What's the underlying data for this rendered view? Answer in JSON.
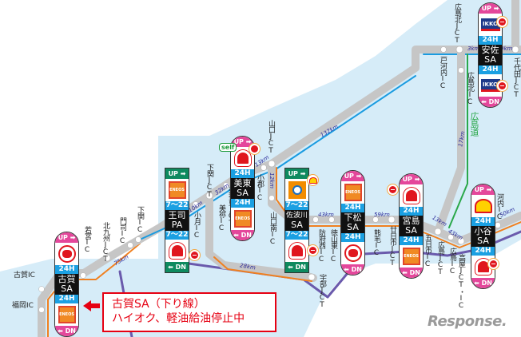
{
  "colors": {
    "sea_land": "#d6ecf8",
    "road": "#c6c6c6",
    "blue_line": "#1a9be0",
    "orange_line": "#f08020",
    "purple_line": "#6a5aac",
    "green_line": "#2aa84a",
    "sa_cap": "#e4479b",
    "pa_cap": "#0e8a5f",
    "hours_band": "#1ba0e2",
    "alert": "#e60012"
  },
  "signs": [
    {
      "name": [
        "古賀",
        "SA"
      ],
      "type": "pill",
      "up": "UP",
      "dn": "DN",
      "hours_top": "24H",
      "hours_bottom": "24H",
      "logo_top": "red-circle",
      "logo_bottom": "eneos"
    },
    {
      "name": [
        "王司",
        "PA"
      ],
      "type": "rect",
      "up": "UP",
      "dn": "DN",
      "hours_top": "7〜22",
      "hours_bottom": "7〜22",
      "logo_top": "eneos",
      "logo_bottom": "apollo"
    },
    {
      "name": [
        "美東",
        "SA"
      ],
      "type": "pill",
      "up": "UP",
      "dn": "DN",
      "hours_top": "24H",
      "hours_bottom": "24H",
      "logo_top": "apollo",
      "logo_bottom": "eneos"
    },
    {
      "name": [
        "佐波川",
        "SA"
      ],
      "type": "rect",
      "up": "UP",
      "dn": "DN",
      "hours_top": "7〜22",
      "hours_bottom": "7〜22",
      "logo_top": "orange-brand",
      "logo_bottom": "apollo"
    },
    {
      "name": [
        "下松",
        "SA"
      ],
      "type": "pill",
      "up": "UP",
      "dn": "DN",
      "hours_top": "24H",
      "hours_bottom": "24H",
      "logo_top": "eneos",
      "logo_bottom": "red-circle"
    },
    {
      "name": [
        "宮島",
        "SA"
      ],
      "type": "pill",
      "up": "UP",
      "dn": "DN",
      "hours_top": "24H",
      "hours_bottom": "24H",
      "logo_top": "apollo",
      "logo_bottom": "eneos"
    },
    {
      "name": [
        "小谷",
        "SA"
      ],
      "type": "pill",
      "up": "UP",
      "dn": "DN",
      "hours_top": "24H",
      "hours_bottom": "24H",
      "logo_top": "shell",
      "logo_bottom": "apollo"
    },
    {
      "name": [
        "安佐",
        "SA"
      ],
      "type": "pill",
      "up": "UP",
      "dn": "DN",
      "hours_top": "24H",
      "hours_bottom": "24H",
      "logo_top": "ikko",
      "logo_bottom": "ikko"
    }
  ],
  "logo_text": {
    "eneos": "ENEOS",
    "ikko": "IKKO"
  },
  "self_label": "self",
  "labels": [
    "古賀IC",
    "福岡IC",
    "若宮IC",
    "北九州JCT",
    "門司IC",
    "下関IC",
    "小月IC",
    "下関JCT",
    "美祢東JCT",
    "美祢IC",
    "小郡IC",
    "山口JCT",
    "山口南IC",
    "防府西IC",
    "徳山東IC",
    "熊毛IC",
    "廿日市JCT",
    "五日市IC",
    "広島JCT",
    "広島IC",
    "高屋JCT・IC",
    "河内IC",
    "宇部JCT",
    "広島北JCT",
    "戸河内IC",
    "広島北IC",
    "千代田JCT",
    "広島道"
  ],
  "distances": [
    "75km",
    "10km",
    "32km",
    "13km",
    "12km",
    "132km",
    "43km",
    "59km",
    "13km",
    "43km",
    "50km",
    "28km",
    "17km",
    "3km",
    "9km"
  ],
  "callout": {
    "line1": "古賀SA（下り線）",
    "line2": "ハイオク、軽油給油停止中"
  },
  "watermark": "Response."
}
